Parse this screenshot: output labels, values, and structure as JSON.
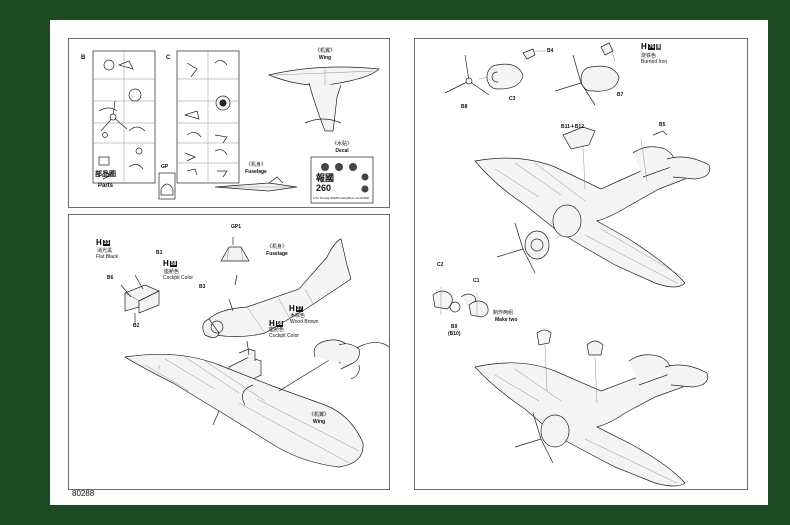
{
  "page_number": "80288",
  "top_left": {
    "sprue_b_label": "B",
    "sprue_c_label": "C",
    "wing_cn": "《机翼》",
    "wing_en": "Wing",
    "fuselage_cn": "《机身》",
    "fuselage_en": "Fuselage",
    "decal_cn": "《水贴》",
    "decal_en": "Decal",
    "decal_number": "260",
    "decal_kanji": "報國",
    "decal_footer": "1/72 SCALE  80288  HobbyBoss  No.80288",
    "parts_cn": "部品图",
    "parts_en": "Parts",
    "gp_label": "GP"
  },
  "bottom_left": {
    "gp1_label": "GP1",
    "b1_label": "B1",
    "b2_label": "B2",
    "b3_label": "B3",
    "b6_label": "B6",
    "h_letter": "H",
    "flat_black_code": "33",
    "flat_black_cn": "消光黑",
    "flat_black_en": "Flat Black",
    "cockpit_code": "58",
    "cockpit_cn": "座舱色",
    "cockpit_en": "Cockpit Color",
    "wood_code": "37",
    "wood_cn": "木棕色",
    "wood_en": "Wood Brown",
    "cockpit2_code": "58",
    "cockpit2_cn": "座舱色",
    "cockpit2_en": "Cockpit Color",
    "fuselage_cn": "《机身》",
    "fuselage_en": "Fuselage",
    "wing_cn": "《机翼》",
    "wing_en": "Wing"
  },
  "right": {
    "b4_label": "B4",
    "b8_label": "B8",
    "c3_label": "C3",
    "b7_label": "B7",
    "h_letter": "H",
    "burned_code1": "76",
    "burned_code2": "8",
    "burned_cn": "烧铁色",
    "burned_en": "Burned Iron",
    "b11_b12_label": "B11＋B12",
    "b5_label": "B5",
    "c2_label": "C2",
    "c1_label": "C1",
    "b9_label": "B9",
    "b10_label": "(B10)",
    "make_two_cn": "制作两组",
    "make_two_en": "Make two"
  },
  "colors": {
    "background": "#1d4a23",
    "paper": "#ffffff",
    "line": "#222222"
  }
}
